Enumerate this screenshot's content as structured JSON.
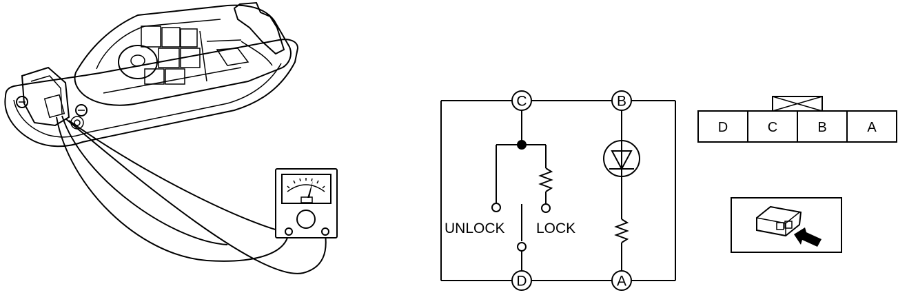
{
  "terminals": {
    "c": "C",
    "b": "B",
    "d": "D",
    "a": "A"
  },
  "switch_labels": {
    "unlock": "UNLOCK",
    "lock": "LOCK"
  },
  "connector_pins": [
    "D",
    "C",
    "B",
    "A"
  ],
  "icons": {
    "door_handle": "door-handle-assembly-illustration",
    "meter": "analog-ohmmeter-icon",
    "connector_view": "connector-view-arrow-icon"
  }
}
